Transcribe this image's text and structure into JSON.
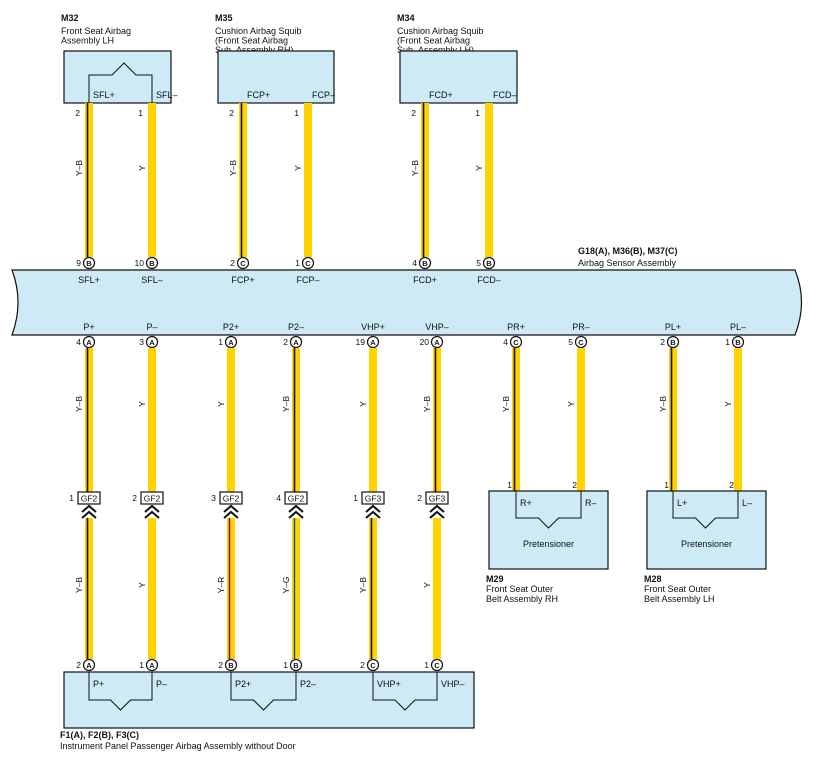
{
  "colors": {
    "yellow": "#FFD200",
    "black": "#111111",
    "red": "#E0202A",
    "green": "#2EA84A",
    "blue": "#00A0D8",
    "module_fill": "#CDEAF6"
  },
  "components": {
    "m32": {
      "code": "M32",
      "name_lines": [
        "Front Seat Airbag",
        "Assembly LH"
      ],
      "pin_a": "SFL+",
      "pin_b": "SFL–"
    },
    "m35": {
      "code": "M35",
      "name_lines": [
        "Cushion Airbag Squib",
        "(Front Seat Airbag",
        "Sub–Assembly RH)"
      ],
      "pin_a": "FCP+",
      "pin_b": "FCP–"
    },
    "m34": {
      "code": "M34",
      "name_lines": [
        "Cushion Airbag Squib",
        "(Front Seat Airbag",
        "Sub–Assembly LH)"
      ],
      "pin_a": "FCD+",
      "pin_b": "FCD–"
    },
    "sensor": {
      "code": "G18(A), M36(B), M37(C)",
      "name": "Airbag Sensor Assembly"
    },
    "m29": {
      "code": "M29",
      "name_lines": [
        "Front Seat Outer",
        "Belt Assembly RH"
      ],
      "label": "Pretensioner",
      "pin_a": "R+",
      "pin_b": "R–"
    },
    "m28": {
      "code": "M28",
      "name_lines": [
        "Front Seat Outer",
        "Belt Assembly LH"
      ],
      "label": "Pretensioner",
      "pin_a": "L+",
      "pin_b": "L–"
    },
    "f1": {
      "code": "F1(A), F2(B), F3(C)",
      "name": "Instrument Panel Passenger Airbag Assembly without Door"
    }
  },
  "top_wires": [
    {
      "comp_pin": "2",
      "color": "Y–B",
      "stripe": "black",
      "sensor_pin": "9",
      "sensor_conn": "B",
      "sensor_label": "SFL+"
    },
    {
      "comp_pin": "1",
      "color": "Y",
      "stripe": "",
      "sensor_pin": "10",
      "sensor_conn": "B",
      "sensor_label": "SFL–"
    },
    {
      "comp_pin": "2",
      "color": "Y–B",
      "stripe": "black",
      "sensor_pin": "2",
      "sensor_conn": "C",
      "sensor_label": "FCP+"
    },
    {
      "comp_pin": "1",
      "color": "Y",
      "stripe": "",
      "sensor_pin": "1",
      "sensor_conn": "C",
      "sensor_label": "FCP–"
    },
    {
      "comp_pin": "2",
      "color": "Y–B",
      "stripe": "black",
      "sensor_pin": "4",
      "sensor_conn": "B",
      "sensor_label": "FCD+"
    },
    {
      "comp_pin": "1",
      "color": "Y",
      "stripe": "",
      "sensor_pin": "5",
      "sensor_conn": "B",
      "sensor_label": "FCD–"
    }
  ],
  "bottom_wires": [
    {
      "sensor_label": "P+",
      "sensor_pin": "4",
      "sensor_conn": "A",
      "color1": "Y–B",
      "stripe1": "black",
      "gf_pin": "1",
      "gf": "GF2",
      "color2": "Y–B",
      "stripe2": "black",
      "end_pin": "2",
      "end_conn": "A",
      "end_label": "P+"
    },
    {
      "sensor_label": "P–",
      "sensor_pin": "3",
      "sensor_conn": "A",
      "color1": "Y",
      "stripe1": "",
      "gf_pin": "2",
      "gf": "GF2",
      "color2": "Y",
      "stripe2": "",
      "end_pin": "1",
      "end_conn": "A",
      "end_label": "P–"
    },
    {
      "sensor_label": "P2+",
      "sensor_pin": "1",
      "sensor_conn": "A",
      "color1": "Y",
      "stripe1": "",
      "gf_pin": "3",
      "gf": "GF2",
      "color2": "Y–R",
      "stripe2": "red",
      "end_pin": "2",
      "end_conn": "B",
      "end_label": "P2+"
    },
    {
      "sensor_label": "P2–",
      "sensor_pin": "2",
      "sensor_conn": "A",
      "color1": "Y–B",
      "stripe1": "black",
      "gf_pin": "4",
      "gf": "GF2",
      "color2": "Y–G",
      "stripe2": "green",
      "end_pin": "1",
      "end_conn": "B",
      "end_label": "P2–"
    },
    {
      "sensor_label": "VHP+",
      "sensor_pin": "19",
      "sensor_conn": "A",
      "color1": "Y",
      "stripe1": "",
      "gf_pin": "1",
      "gf": "GF3",
      "color2": "Y–B",
      "stripe2": "black",
      "end_pin": "2",
      "end_conn": "C",
      "end_label": "VHP+"
    },
    {
      "sensor_label": "VHP–",
      "sensor_pin": "20",
      "sensor_conn": "A",
      "color1": "Y–B",
      "stripe1": "black",
      "gf_pin": "2",
      "gf": "GF3",
      "color2": "Y",
      "stripe2": "",
      "end_pin": "1",
      "end_conn": "C",
      "end_label": "VHP–"
    }
  ],
  "pret_wires": [
    {
      "sensor_label": "PR+",
      "sensor_pin": "4",
      "sensor_conn": "C",
      "color": "Y–B",
      "stripe": "black",
      "end_pin": "1"
    },
    {
      "sensor_label": "PR–",
      "sensor_pin": "5",
      "sensor_conn": "C",
      "color": "Y",
      "stripe": "",
      "end_pin": "2"
    },
    {
      "sensor_label": "PL+",
      "sensor_pin": "2",
      "sensor_conn": "B",
      "color": "Y–B",
      "stripe": "black",
      "end_pin": "1"
    },
    {
      "sensor_label": "PL–",
      "sensor_pin": "1",
      "sensor_conn": "B",
      "color": "Y",
      "stripe": "",
      "end_pin": "2"
    }
  ]
}
